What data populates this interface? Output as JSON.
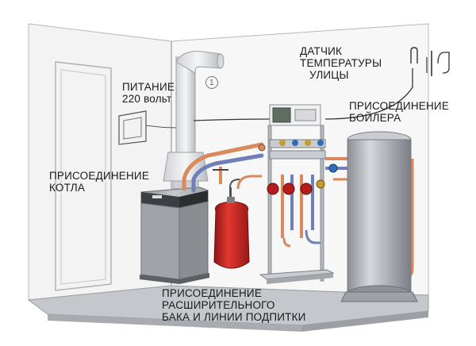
{
  "labels": {
    "power": {
      "line1": "ПИТАНИЕ",
      "line2": "220 вольт"
    },
    "outdoor_sensor": {
      "line1": "ДАТЧИК",
      "line2": "ТЕМПЕРАТУРЫ",
      "line3": "УЛИЦЫ"
    },
    "boiler_connection": {
      "line1": "ПРИСОЕДИНЕНИЕ",
      "line2": "БОЙЛЕРА"
    },
    "heater_connection": {
      "line1": "ПРИСОЕДИНЕНИЕ",
      "line2": "КОТЛА"
    },
    "tank_connection": {
      "line1": "ПРИСОЕДИНЕНИЕ",
      "line2": "РАСШИРИТЕЛЬНОГО",
      "line3": "БАКА  И ЛИНИИ ПОДПИТКИ"
    },
    "marker": "1"
  },
  "colors": {
    "hot_pipe": "#d98a5c",
    "cold_pipe": "#6f7fb8",
    "expansion_tank": "#c62828",
    "pump": "#b71c1c",
    "tank_body": "#a9adb3",
    "floor": "#c4c7cb"
  }
}
